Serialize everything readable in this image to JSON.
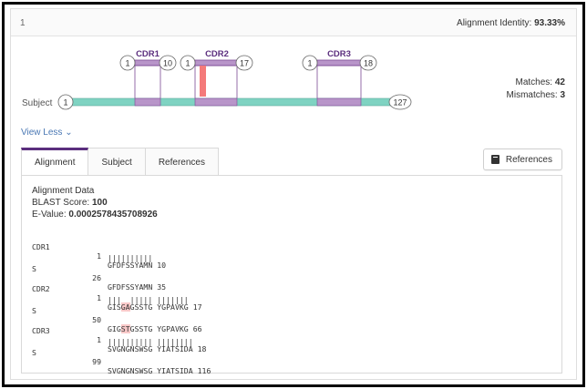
{
  "header": {
    "index": "1",
    "identity_label": "Alignment Identity:",
    "identity_value": "93.33%"
  },
  "diagram": {
    "subject_label": "Subject",
    "subject_start": "1",
    "subject_end": "127",
    "cdrs": [
      {
        "name": "CDR1",
        "start": "1",
        "end": "10"
      },
      {
        "name": "CDR2",
        "start": "1",
        "end": "17"
      },
      {
        "name": "CDR3",
        "start": "1",
        "end": "18"
      }
    ],
    "colors": {
      "subject_bar": "#7fd3c2",
      "cdr_bar": "#b895c9",
      "cdr_border": "#7b4a95",
      "mismatch": "#f47a7a"
    }
  },
  "stats": {
    "matches_label": "Matches:",
    "matches_value": "42",
    "mismatches_label": "Mismatches:",
    "mismatches_value": "3"
  },
  "view_less": "View Less",
  "tabs": [
    "Alignment",
    "Subject",
    "References"
  ],
  "references_button": "References",
  "alignment": {
    "title": "Alignment Data",
    "blast_label": "BLAST Score:",
    "blast_value": "100",
    "evalue_label": "E-Value:",
    "evalue_value": "0.0002578435708926",
    "blocks": [
      {
        "q_name": "CDR1",
        "q_start": "1",
        "q_seq_pre": "GFDFSSYAMN",
        "q_seq_mm": "",
        "q_seq_post": "",
        "q_end": "10",
        "match_line": "||||||||||",
        "s_name": "S",
        "s_start": "26",
        "s_seq_pre": "GFDFSSYAMN",
        "s_seq_mm": "",
        "s_seq_post": "",
        "s_end": "35"
      },
      {
        "q_name": "CDR2",
        "q_start": "1",
        "q_seq_pre": "GIS",
        "q_seq_mm": "GA",
        "q_seq_post": "GSSTG YGPAVKG",
        "q_end": "17",
        "match_line": "|||  ||||| |||||||",
        "s_name": "S",
        "s_start": "50",
        "s_seq_pre": "GIG",
        "s_seq_mm": "ST",
        "s_seq_post": "GSSTG YGPAVKG",
        "s_end": "66"
      },
      {
        "q_name": "CDR3",
        "q_start": "1",
        "q_seq_pre": "SVGNGNSWSG YIATSIDA",
        "q_seq_mm": "",
        "q_seq_post": "",
        "q_end": "18",
        "match_line": "|||||||||| ||||||||",
        "s_name": "S",
        "s_start": "99",
        "s_seq_pre": "SVGNGNSWSG YIATSIDA",
        "s_seq_mm": "",
        "s_seq_post": "",
        "s_end": "116"
      }
    ]
  }
}
